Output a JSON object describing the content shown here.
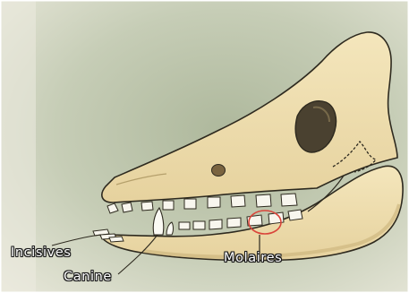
{
  "diagram": {
    "labels": {
      "incisors": "Incisives",
      "canine": "Canine",
      "molars": "Molaires"
    }
  },
  "colors": {
    "bone": "#efdeb0",
    "bone_shadow": "#d8c28c",
    "outline": "#2e2a1f",
    "background": "#c5ccb4",
    "molar_ring": "#d9443a"
  }
}
